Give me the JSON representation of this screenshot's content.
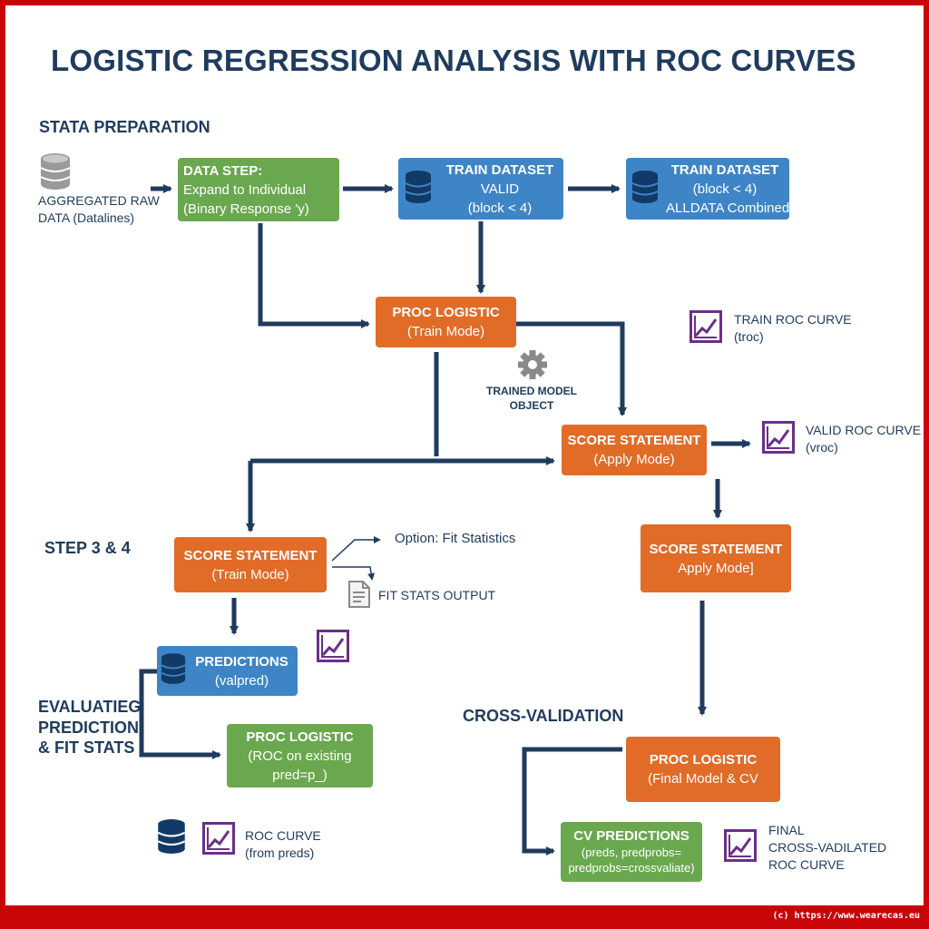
{
  "title": "LOGISTIC REGRESSION ANALYSIS WITH ROC CURVES",
  "sections": {
    "stata_preparation": "STATA PREPARATION",
    "step_3_4": "STEP 3 & 4",
    "evaluating": [
      "EVALUATIEG",
      "PREDICTION",
      "& FIT STATS"
    ],
    "cross_validation": "CROSS-VALIDATION"
  },
  "nodes": {
    "raw_data": [
      "AGGREGATED RAW",
      "DATA (Datalines)"
    ],
    "data_step": [
      "DATA STEP:",
      "Expand to Individual",
      "(Binary Response 'y)"
    ],
    "train_valid": [
      "TRAIN DATASET",
      "VALID",
      "(block < 4)"
    ],
    "train_alldata": [
      "TRAIN DATASET",
      "(block < 4)",
      "ALLDATA Combined)"
    ],
    "proc_logistic_train": [
      "PROC LOGISTIC",
      "(Train Mode)"
    ],
    "train_roc": [
      "TRAIN ROC CURVE",
      "(troc)"
    ],
    "trained_model": [
      "TRAINED MODEL",
      "OBJECT"
    ],
    "score_apply_1": [
      "SCORE STATEMENT",
      "(Apply Mode)"
    ],
    "valid_roc": [
      "VALID ROC CURVE",
      "(vroc)"
    ],
    "score_train": [
      "SCORE STATEMENT",
      "(Train Mode)"
    ],
    "option_fit": "Option: Fit Statistics",
    "fit_stats_output": "FIT STATS OUTPUT",
    "score_apply_2": [
      "SCORE STATEMENT",
      "Apply Mode]"
    ],
    "predictions": [
      "PREDICTIONS",
      "(valpred)"
    ],
    "proc_logistic_roc": [
      "PROC LOGISTIC",
      "(ROC on existing",
      "pred=p_)"
    ],
    "roc_curve": [
      "ROC CURVE",
      "(from preds)"
    ],
    "proc_logistic_final": [
      "PROC LOGISTIC",
      "(Final Model & CV"
    ],
    "cv_predictions": [
      "CV PREDICTIONS",
      "(preds, predprobs=",
      "predprobs=crossvaliate)"
    ],
    "final_roc": [
      "FINAL",
      "CROSS-VADILATED",
      "ROC CURVE"
    ]
  },
  "footer": "(c) https://www.wearecas.eu",
  "colors": {
    "border": "#c8060a",
    "green": "#6aa84f",
    "blue": "#3d85c6",
    "orange": "#e06c28",
    "navy": "#1f3b5e",
    "purple": "#6b2f8a"
  }
}
